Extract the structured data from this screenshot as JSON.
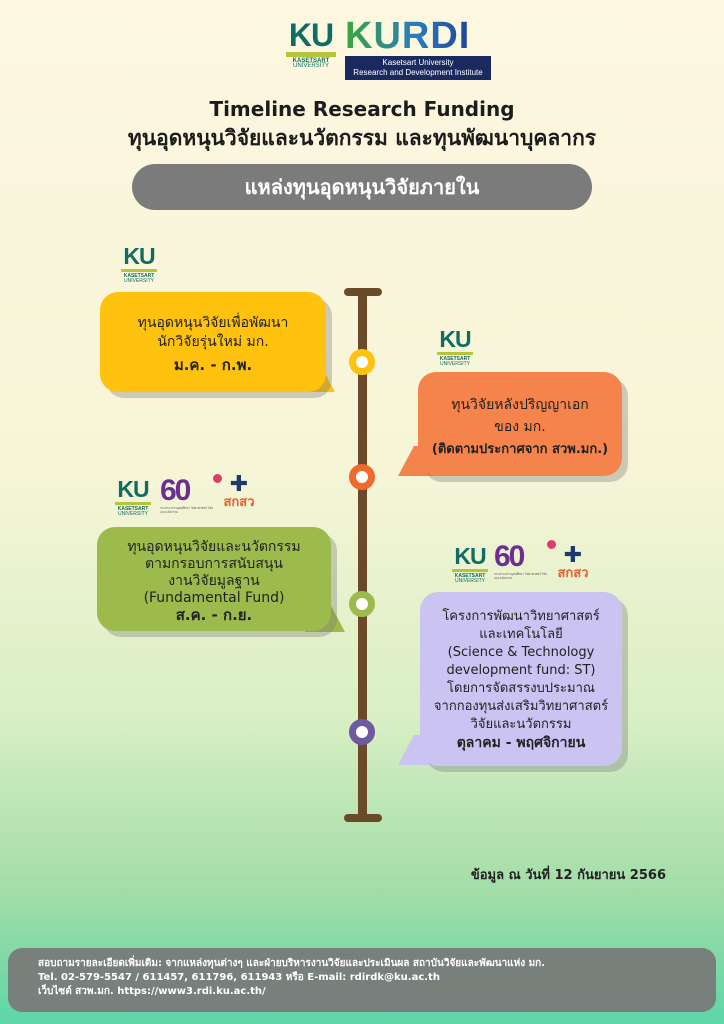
{
  "header": {
    "ku_logo": {
      "mark": "KU",
      "line1": "KASETSART",
      "line2": "UNIVERSITY"
    },
    "kurdi_logo": {
      "mark": "KURDI",
      "line1": "Kasetsart University",
      "line2": "Research and Development Institute"
    },
    "title_en": "Timeline Research Funding",
    "title_th": "ทุนอุดหนุนวิจัยและนวัตกรรม และทุนพัฒนาบุคลากร",
    "section_pill": "แหล่งทุนอุดหนุนวิจัยภายใน"
  },
  "logos": {
    "ku": "KU",
    "ku_line1": "KASETSART",
    "ku_line2": "UNIVERSITY",
    "sixty": "60",
    "sixty_caption": "กระทรวงการอุดมศึกษา วิทยาศาสตร์ วิจัยและนวัตกรรม",
    "tskw_label": "สกสว"
  },
  "timeline": [
    {
      "lines": [
        "ทุนอุดหนุนวิจัยเพื่อพัฒนา",
        "นักวิจัยรุ่นใหม่ มก."
      ],
      "date": "ม.ค. - ก.พ.",
      "color": "#ffc20e"
    },
    {
      "lines": [
        "ทุนวิจัยหลังปริญญาเอก",
        "ของ มก."
      ],
      "date": "(ติดตามประกาศจาก สวพ.มก.)",
      "color": "#f5834c"
    },
    {
      "lines": [
        "ทุนอุดหนุนวิจัยและนวัตกรรม",
        "ตามกรอบการสนับสนุน",
        "งานวิจัยมูลฐาน",
        "(Fundamental Fund)"
      ],
      "date": "ส.ค. - ก.ย.",
      "color": "#9dbb4c"
    },
    {
      "lines": [
        "โครงการพัฒนาวิทยาศาสตร์",
        "และเทคโนโลยี",
        "(Science & Technology",
        "development fund: ST)",
        "โดยการจัดสรรงบประมาณ",
        "จากกองทุนส่งเสริมวิทยาศาสตร์",
        "วิจัยและนวัตกรรม"
      ],
      "date": "ตุลาคม - พฤศจิกายน",
      "color": "#cbc3f2"
    }
  ],
  "as_of": "ข้อมูล ณ วันที่ 12 กันยายน 2566",
  "footer": {
    "line1": "สอบถามรายละเอียดเพิ่มเติม: จากแหล่งทุนต่างๆ และฝ่ายบริหารงานวิจัยและประเมินผล สถาบันวิจัยและพัฒนาแห่ง มก.",
    "line2": "Tel. 02-579-5547 / 611457, 611796, 611943 หรือ E-mail: rdirdk@ku.ac.th",
    "line3": "เว็บไซต์ สวพ.มก. https://www3.rdi.ku.ac.th/"
  }
}
